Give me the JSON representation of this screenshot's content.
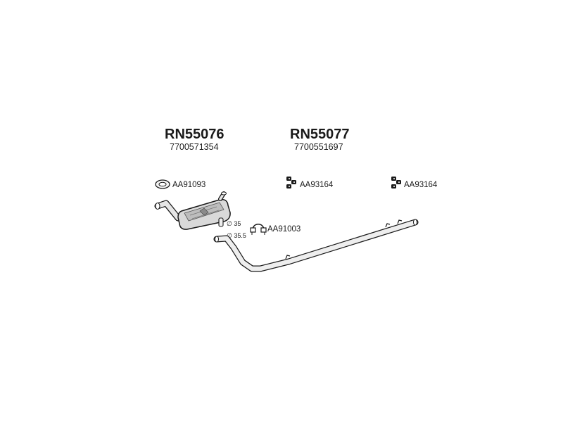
{
  "parts": [
    {
      "ref": "RN55076",
      "oe_number": "7700571354"
    },
    {
      "ref": "RN55077",
      "oe_number": "7700551697"
    }
  ],
  "accessories": {
    "gasket": "AA91093",
    "hanger_1": "AA93164",
    "hanger_2": "AA93164",
    "clamp": "AA91003"
  },
  "dimensions": {
    "d1": "35",
    "d2": "35.5",
    "diameter_symbol": "∅"
  },
  "colors": {
    "ink": "#1a1a1a",
    "part_fill": "#e6e6e6",
    "part_shade": "#9a9a9a",
    "background": "#ffffff"
  },
  "icons": [
    "gasket-icon",
    "rubber-hanger-icon",
    "clamp-icon",
    "muffler-icon",
    "tailpipe-icon"
  ]
}
